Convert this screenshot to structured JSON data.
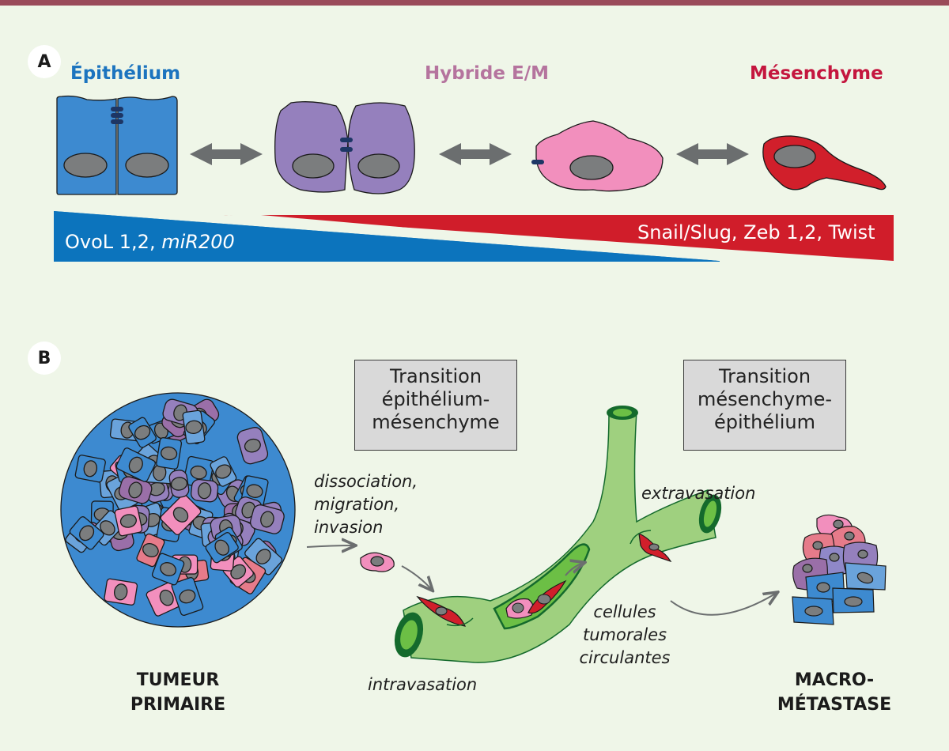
{
  "panel_a": {
    "badge": "A",
    "stages": [
      {
        "title": "Épithélium",
        "color": "#1c74bf"
      },
      {
        "title": "Hybride E/M",
        "color": "#b5749e"
      },
      {
        "title": "Mésenchyme",
        "color": "#c4163e"
      }
    ],
    "epithelial_factors": {
      "plain": "OvoL 1,2, ",
      "italic": "miR200",
      "color": "#0c74bd"
    },
    "mesenchymal_factors": {
      "text": "Snail/Slug, Zeb 1,2, Twist",
      "color": "#d01d2a"
    }
  },
  "panel_b": {
    "badge": "B",
    "emt_box": [
      "Transition",
      "épithélium-",
      "mésenchyme"
    ],
    "met_box": [
      "Transition",
      "mésenchyme-",
      "épithélium"
    ],
    "dissociation_label": [
      "dissociation,",
      "migration,",
      "invasion"
    ],
    "intravasation_label": "intravasation",
    "extravasation_label": "extravasation",
    "ctc_label": [
      "cellules",
      "tumorales",
      "circulantes"
    ],
    "primary_tumor_caption": [
      "TUMEUR",
      "PRIMAIRE"
    ],
    "metastasis_caption": [
      "MACRO-",
      "MÉTASTASE"
    ]
  },
  "colors": {
    "background": "#eff6e8",
    "accent_bar": "#9a4b5a",
    "epithelial_cell": "#3d8ad0",
    "epithelial_light": "#6aa3db",
    "hybrid_cell": "#9580bd",
    "hybrid_dark": "#9a6fa8",
    "pink_cell": "#f28fbd",
    "salmon_cell": "#e67b8a",
    "mesenchymal_cell": "#d11f2b",
    "nucleus": "#7b7d7e",
    "junction": "#1d3665",
    "vessel": "#9fd07f",
    "vessel_dark": "#146a2c",
    "vessel_lumen": "#6cbf45",
    "arrow_grey": "#6b6e6f"
  }
}
